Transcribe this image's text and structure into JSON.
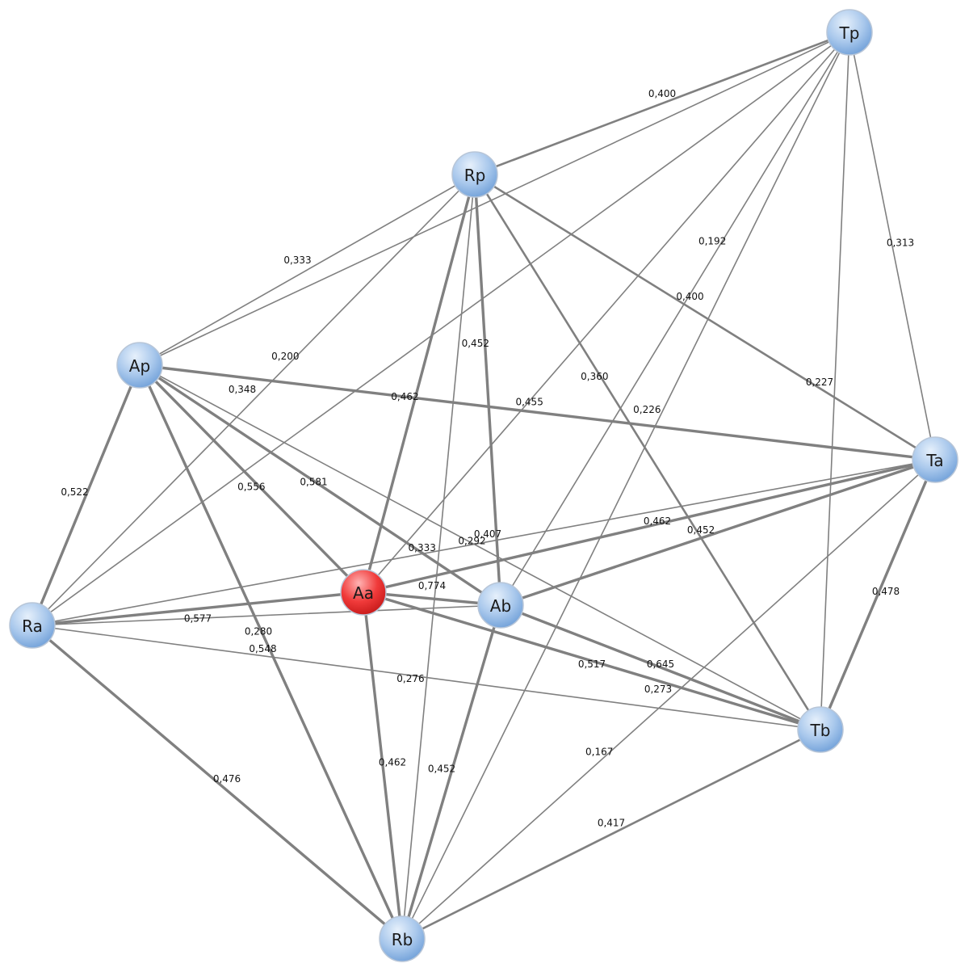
{
  "graph": {
    "nodes": [
      {
        "id": "Tp",
        "label": "Tp",
        "highlight": false
      },
      {
        "id": "Rp",
        "label": "Rp",
        "highlight": false
      },
      {
        "id": "Ap",
        "label": "Ap",
        "highlight": false
      },
      {
        "id": "Ta",
        "label": "Ta",
        "highlight": false
      },
      {
        "id": "Ra",
        "label": "Ra",
        "highlight": false
      },
      {
        "id": "Aa",
        "label": "Aa",
        "highlight": true
      },
      {
        "id": "Ab",
        "label": "Ab",
        "highlight": false
      },
      {
        "id": "Tb",
        "label": "Tb",
        "highlight": false
      },
      {
        "id": "Rb",
        "label": "Rb",
        "highlight": false
      }
    ],
    "edges": [
      {
        "source": "Rp",
        "target": "Tp",
        "label": "0,400"
      },
      {
        "source": "Ap",
        "target": "Tp",
        "label": ""
      },
      {
        "source": "Ra",
        "target": "Tp",
        "label": ""
      },
      {
        "source": "Aa",
        "target": "Tp",
        "label": ""
      },
      {
        "source": "Ab",
        "target": "Tp",
        "label": "0,192"
      },
      {
        "source": "Rb",
        "target": "Tp",
        "label": "0,226"
      },
      {
        "source": "Tb",
        "target": "Tp",
        "label": ""
      },
      {
        "source": "Ta",
        "target": "Tp",
        "label": "0,313"
      },
      {
        "source": "Ap",
        "target": "Rp",
        "label": "0,333"
      },
      {
        "source": "Ra",
        "target": "Rp",
        "label": "0,200"
      },
      {
        "source": "Aa",
        "target": "Rp",
        "label": "0,462"
      },
      {
        "source": "Ab",
        "target": "Rp",
        "label": "0,452"
      },
      {
        "source": "Rb",
        "target": "Rp",
        "label": ""
      },
      {
        "source": "Tb",
        "target": "Rp",
        "label": "0,360"
      },
      {
        "source": "Ta",
        "target": "Rp",
        "label": "0,400"
      },
      {
        "source": "Ap",
        "target": "Ta",
        "label": "0,455"
      },
      {
        "source": "Ap",
        "target": "Ra",
        "label": "0,522"
      },
      {
        "source": "Ap",
        "target": "Aa",
        "label": "0,556"
      },
      {
        "source": "Ap",
        "target": "Ab",
        "label": "0,581"
      },
      {
        "source": "Ap",
        "target": "Tb",
        "label": "0,292"
      },
      {
        "source": "Ap",
        "target": "Rb",
        "label": "0,548"
      },
      {
        "source": "Ra",
        "target": "Ta",
        "label": "0,333"
      },
      {
        "source": "Aa",
        "target": "Ta",
        "label": "0,462"
      },
      {
        "source": "Ab",
        "target": "Ta",
        "label": "0,452"
      },
      {
        "source": "Tb",
        "target": "Ta",
        "label": "0,478"
      },
      {
        "source": "Rb",
        "target": "Ta",
        "label": "0,167"
      },
      {
        "source": "Ra",
        "target": "Aa",
        "label": "0,577"
      },
      {
        "source": "Ra",
        "target": "Ab",
        "label": "0,280"
      },
      {
        "source": "Ra",
        "target": "Tb",
        "label": "0,276"
      },
      {
        "source": "Ra",
        "target": "Rb",
        "label": "0,476"
      },
      {
        "source": "Aa",
        "target": "Ab",
        "label": "0,774"
      },
      {
        "source": "Aa",
        "target": "Tb",
        "label": "0,517"
      },
      {
        "source": "Aa",
        "target": "Rb",
        "label": "0,462"
      },
      {
        "source": "Ab",
        "target": "Tb",
        "label": "0,645"
      },
      {
        "source": "Ab",
        "target": "Rb",
        "label": "0,452"
      },
      {
        "source": "Tb",
        "target": "Rb",
        "label": "0,417"
      }
    ],
    "extra_labels": [
      "0,348",
      "0,227",
      "0,407",
      "0,273"
    ],
    "colors": {
      "node": "#a9c8ec",
      "node_highlight": "#e53030",
      "edge": "#808080"
    }
  }
}
